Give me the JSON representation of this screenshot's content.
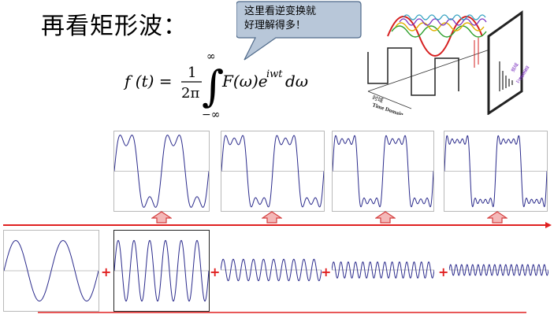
{
  "title": "再看矩形波：",
  "callout": {
    "line1": "这里看逆变换就",
    "line2": "好理解得多！"
  },
  "formula": {
    "lhs": "f (t) =",
    "numerator": "1",
    "denominator": "2π",
    "upper_limit": "∞",
    "lower_limit": "−∞",
    "integral": "∫",
    "integrand": "F(ω)e",
    "exponent": "iwt",
    "differential": "dω"
  },
  "illustration": {
    "time_label_cn": "时域",
    "time_label_en": "Time Domain",
    "freq_label_cn": "频域",
    "freq_label_en1": "Frequency",
    "freq_label_en2": "Domain"
  },
  "plus_sign": "+",
  "colors": {
    "accent_red": "#e02020",
    "arrow_fill": "#f4b8b8",
    "arrow_stroke": "#d33c3c",
    "wave": "#2b2b8c",
    "callout_fill": "#b8c7d9",
    "callout_stroke": "#4f6a8a"
  }
}
